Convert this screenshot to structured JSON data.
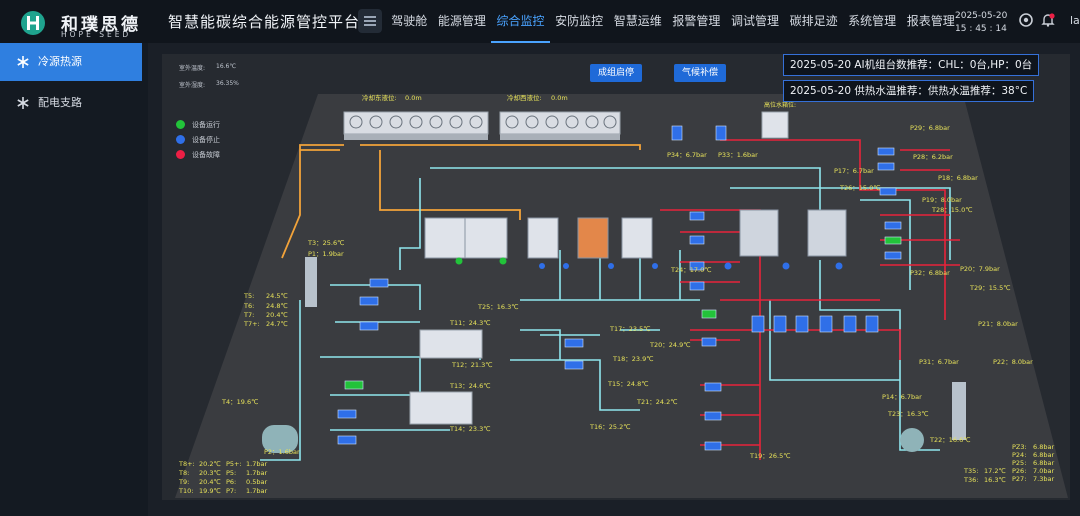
{
  "brand": {
    "name_cn": "和璞思德",
    "name_en": "HOPE SEED"
  },
  "app_title": "智慧能碳综合能源管控平台",
  "nav": [
    "驾驶舱",
    "能源管理",
    "综合监控",
    "安防监控",
    "智慧运维",
    "报警管理",
    "调试管理",
    "碳排足迹",
    "系统管理",
    "报表管理"
  ],
  "nav_active": "综合监控",
  "header": {
    "date": "2025-05-20",
    "time": "15 : 45 : 14",
    "user": "la"
  },
  "sidebar": {
    "items": [
      {
        "label": "冷源热源",
        "icon": "snowflake-icon",
        "active": true
      },
      {
        "label": "配电支路",
        "icon": "snowflake-icon",
        "active": false
      }
    ]
  },
  "env": {
    "outdoor_temp_label": "室外温度:",
    "outdoor_temp": "16.6℃",
    "outdoor_hum_label": "室外湿度:",
    "outdoor_hum": "36.35%"
  },
  "buttons": {
    "group_start": "成组启停",
    "climate_comp": "气候补偿"
  },
  "notices": {
    "ai_units": "2025-05-20 AI机组台数推荐：CHL：0台,HP：0台",
    "supply_temp": "2025-05-20 供热水温推荐：供热水温推荐：38°C"
  },
  "legend": [
    {
      "label": "设备运行",
      "color": "#22c33a"
    },
    {
      "label": "设备停止",
      "color": "#2f6fe8"
    },
    {
      "label": "设备故障",
      "color": "#ec1f45"
    }
  ],
  "tanks": {
    "cooling_east": "冷却东液位:",
    "cooling_east_val": "0.0m",
    "cooling_west": "冷却西液位:",
    "cooling_west_val": "0.0m",
    "high_tank": "高位水箱位:"
  },
  "readings": {
    "T3": "T3：25.6℃",
    "P1": "P1：1.9bar",
    "P34": "P34：6.7bar",
    "P33": "P33：1.6bar",
    "P29": "P29：6.8bar",
    "P28": "P28：6.2bar",
    "P18": "P18：6.8bar",
    "P17": "P17：6.7bar",
    "T26": "T26：15.0℃",
    "P19": "P19：8.0bar",
    "T28": "T28：15.0℃",
    "T24": "T24：17.0℃",
    "P32": "P32：6.8bar",
    "P20": "P20：7.9bar",
    "T29": "T29：15.5℃",
    "T25": "T25：16.3℃",
    "P21": "P21：8.0bar",
    "T11": "T11：24.3℃",
    "T17": "T17：23.5℃",
    "T20": "T20：24.9℃",
    "T12": "T12：21.3℃",
    "T18": "T18：23.9℃",
    "P31": "P31：6.7bar",
    "P22": "P22：8.0bar",
    "T13": "T13：24.6℃",
    "T15": "T15：24.8℃",
    "T21": "T21：24.2℃",
    "T4": "T4：19.6℃",
    "P14": "P14：6.7bar",
    "T23": "T23：16.3℃",
    "T14": "T14：23.3℃",
    "T16": "T16：25.2℃",
    "T22": "T22：16.6℃",
    "P2": "P2：1.6bar",
    "T19": "T19：26.5℃"
  },
  "left_group": [
    {
      "k": "T5:",
      "v": "24.5℃"
    },
    {
      "k": "T6:",
      "v": "24.8℃"
    },
    {
      "k": "T7:",
      "v": "20.4℃"
    },
    {
      "k": "T7+:",
      "v": "24.7℃"
    }
  ],
  "bottom_left_group": [
    {
      "k": "T8+:",
      "v": "20.2℃",
      "k2": "P5+:",
      "v2": "1.7bar"
    },
    {
      "k": "T8:",
      "v": "20.3℃",
      "k2": "P5:",
      "v2": "1.7bar"
    },
    {
      "k": "T9:",
      "v": "20.4℃",
      "k2": "P6:",
      "v2": "0.5bar"
    },
    {
      "k": "T10:",
      "v": "19.9℃",
      "k2": "P7:",
      "v2": "1.7bar"
    }
  ],
  "bottom_right_group": [
    {
      "k": "PZ3:",
      "v": "6.8bar"
    },
    {
      "k": "P24:",
      "v": "6.8bar"
    },
    {
      "k": "P25:",
      "v": "6.8bar"
    },
    {
      "k": "P26:",
      "v": "7.0bar"
    },
    {
      "k": "P27:",
      "v": "7.3bar"
    }
  ],
  "bottom_right_temps": [
    {
      "k": "T35:",
      "v": "17.2℃"
    },
    {
      "k": "T36:",
      "v": "16.3℃"
    }
  ],
  "colors": {
    "accent": "#4aa3ff",
    "supply_cyan": "#8fe6ee",
    "return_red": "#e8233a",
    "cooling_orange": "#f2a33a",
    "floor": "#3a3c40"
  }
}
